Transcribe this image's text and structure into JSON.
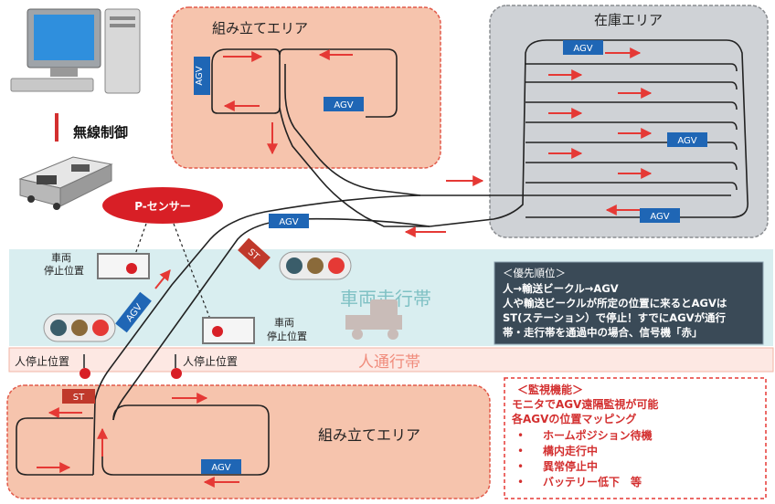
{
  "title_assembly_top": "組み立てエリア",
  "title_assembly_bottom": "組み立てエリア",
  "title_stock": "在庫エリア",
  "wireless": "無線制御",
  "sensor": "P-センサー",
  "agv_label": "AGV",
  "st_label": "ST",
  "vehicle_stop_1": [
    "車両",
    "停止位置"
  ],
  "vehicle_stop_2": [
    "車両",
    "停止位置"
  ],
  "vehicle_lane": "車両走行帯",
  "person_lane": "人通行帯",
  "person_stop_1": "人停止位置",
  "person_stop_2": "人停止位置",
  "priority_box": {
    "title": "＜優先順位＞",
    "lines": [
      "人→輸送ビークル→AGV",
      "人や輸送ビークルが所定の位置に来るとAGVは",
      "ST(ステーション）で停止！すでにAGVが通行",
      "帯・走行帯を通過中の場合、信号機「赤」"
    ]
  },
  "monitor_box": {
    "title": "＜監視機能＞",
    "lines": [
      "モニタでAGV遠隔監視が可能",
      "各AGVの位置マッピング"
    ],
    "bullets": [
      "ホームポジション待機",
      "構内走行中",
      "異常停止中",
      "バッテリー低下　等"
    ]
  },
  "colors": {
    "assembly_fill": "#f6c4ad",
    "assembly_border": "#e25a4a",
    "stock_fill": "#cfd2d6",
    "stock_border": "#8a8d91",
    "vehicle_band": "#d9eef0",
    "person_band": "#fde8e3",
    "agv_blue": "#1f66b5",
    "arrow_red": "#e53935",
    "priority_fill": "#3a4a57"
  }
}
